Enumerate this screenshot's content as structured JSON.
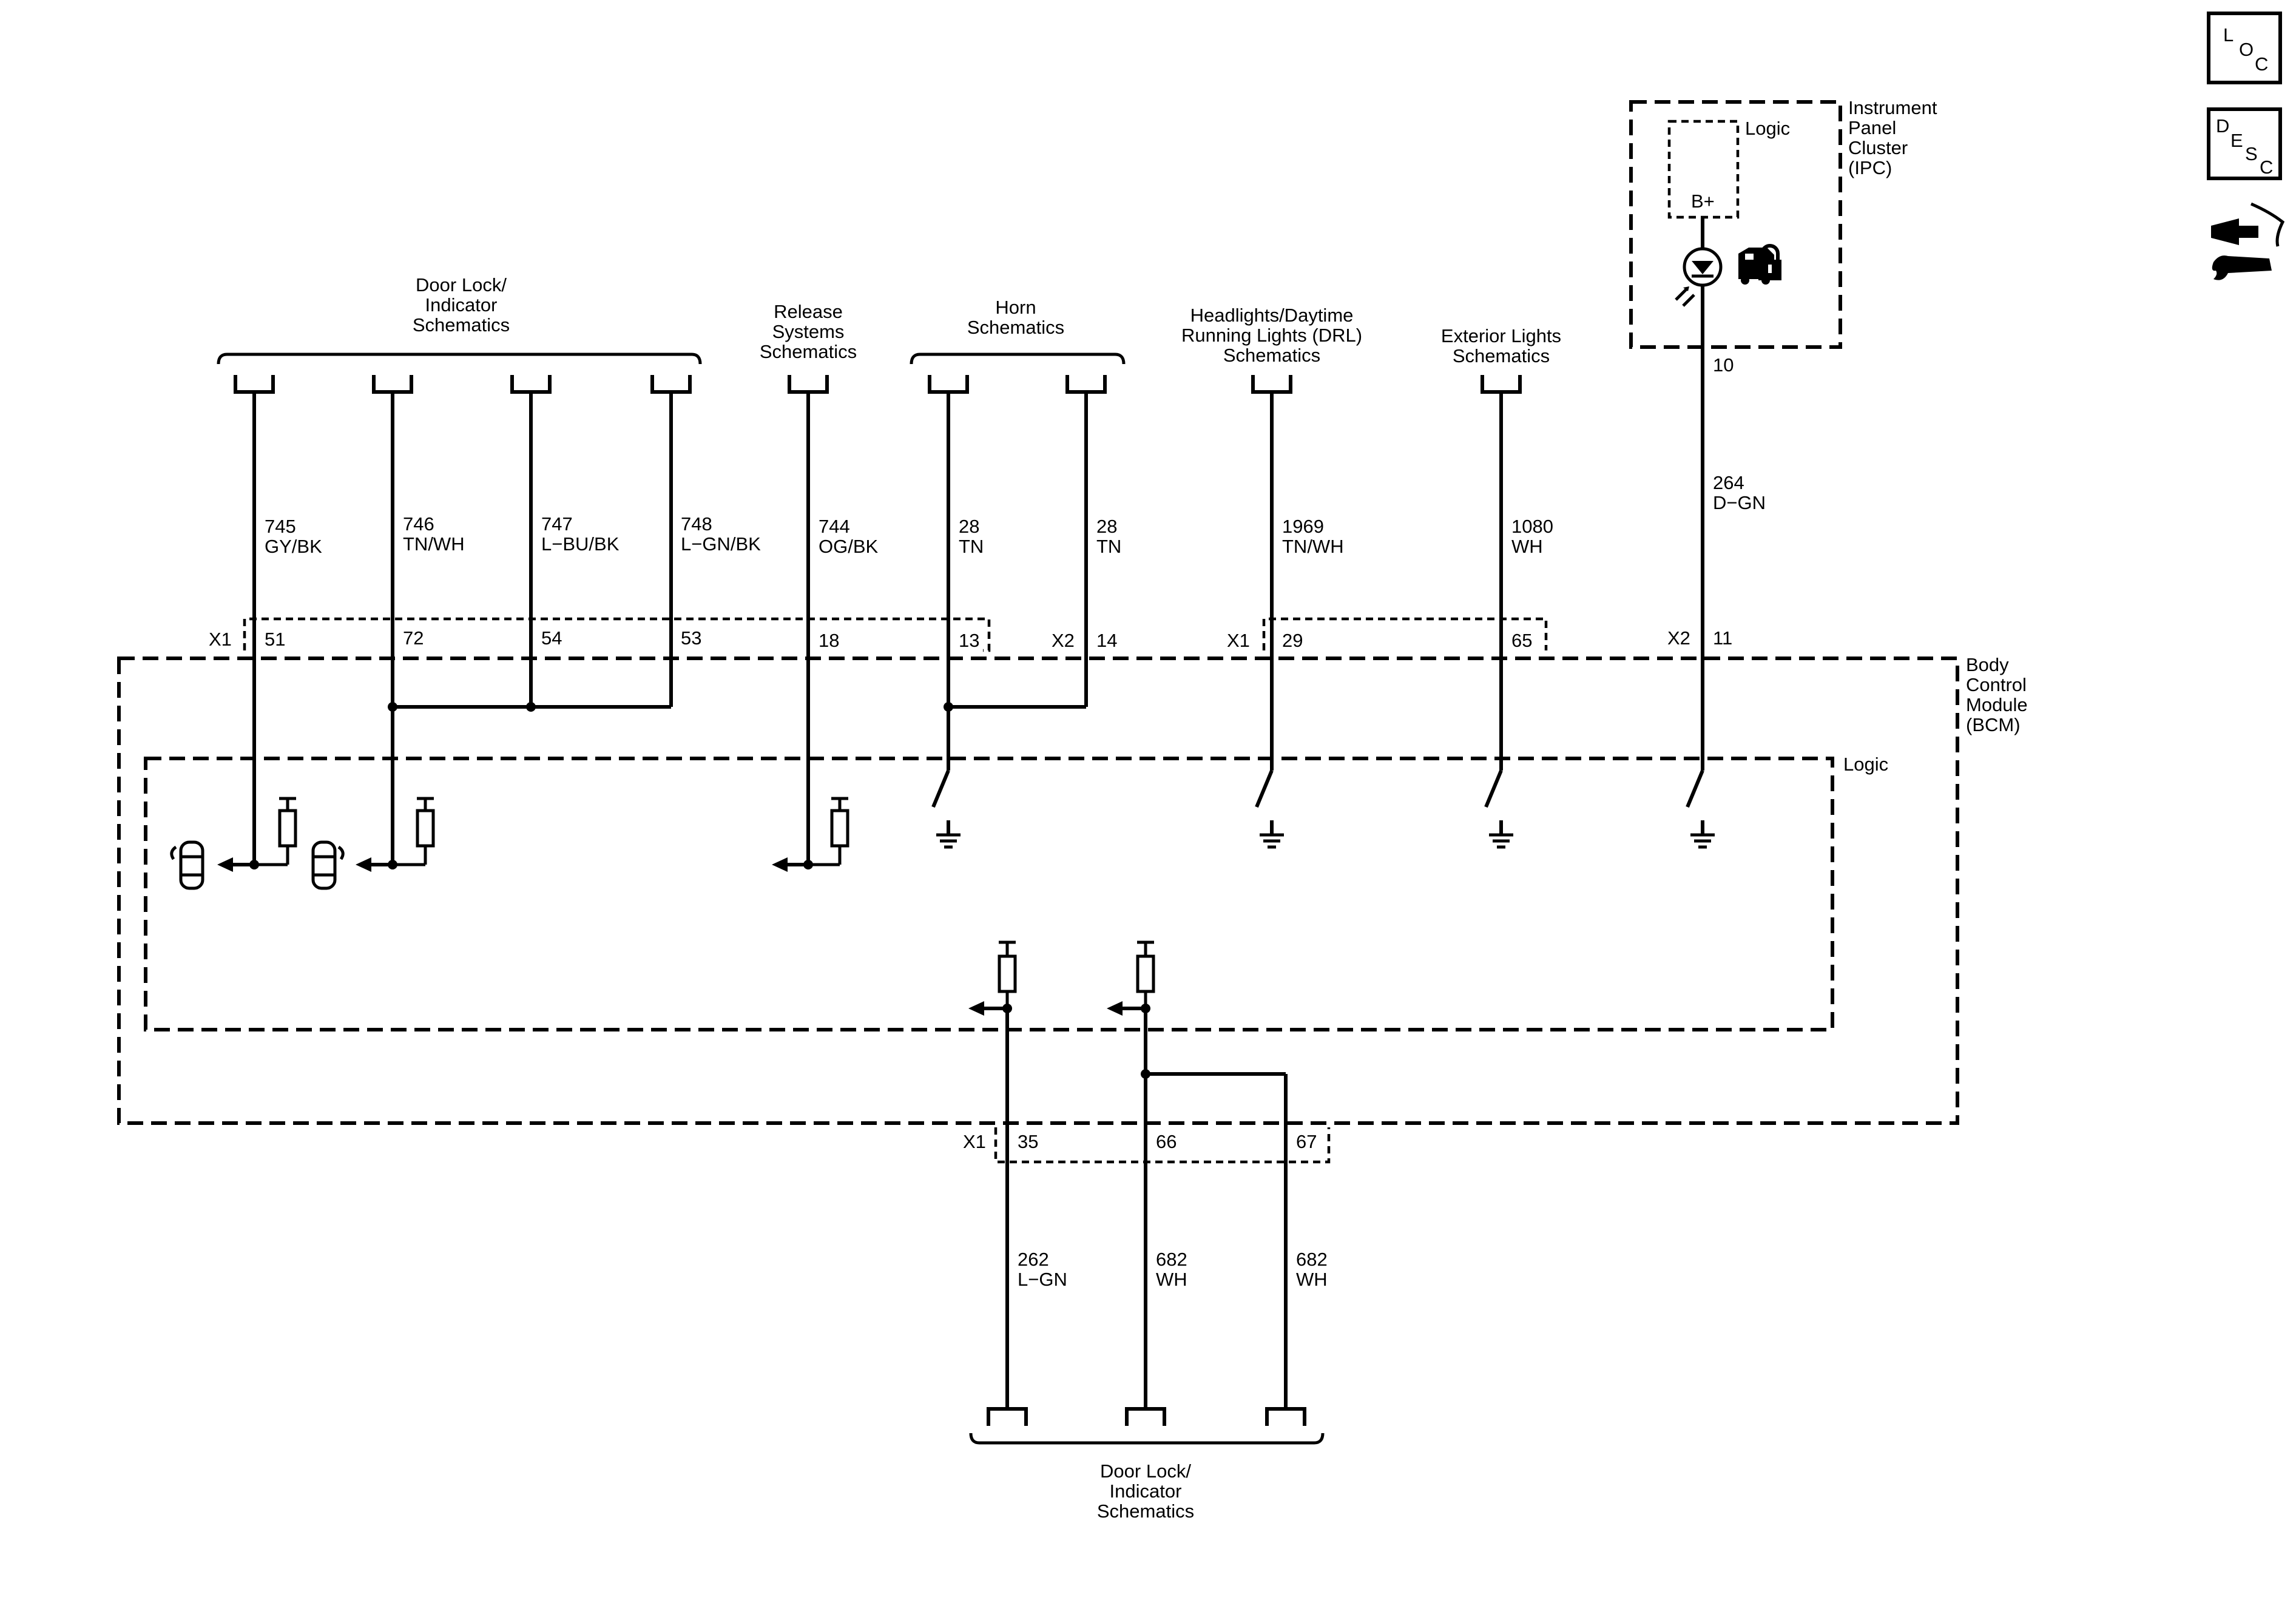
{
  "connectors_top": {
    "door_lock_title": [
      "Door Lock/",
      "Indicator",
      "Schematics"
    ],
    "release_title": [
      "Release",
      "Systems",
      "Schematics"
    ],
    "horn_title": [
      "Horn",
      "Schematics"
    ],
    "headlights_title": [
      "Headlights/Daytime",
      "Running Lights (DRL)",
      "Schematics"
    ],
    "exterior_title": [
      "Exterior Lights",
      "Schematics"
    ]
  },
  "wires": {
    "w745": [
      "745",
      "GY/BK"
    ],
    "w746": [
      "746",
      "TN/WH"
    ],
    "w747": [
      "747",
      "L−BU/BK"
    ],
    "w748": [
      "748",
      "L−GN/BK"
    ],
    "w744": [
      "744",
      "OG/BK"
    ],
    "w28a": [
      "28",
      "TN"
    ],
    "w28b": [
      "28",
      "TN"
    ],
    "w1969": [
      "1969",
      "TN/WH"
    ],
    "w1080": [
      "1080",
      "WH"
    ],
    "w264": [
      "264",
      "D−GN"
    ],
    "w262": [
      "262",
      "L−GN"
    ],
    "w682a": [
      "682",
      "WH"
    ],
    "w682b": [
      "682",
      "WH"
    ]
  },
  "pins": {
    "x1_label": "X1",
    "x2_label": "X2",
    "x1_bottom_label": "X1",
    "x1b_label": "X1",
    "x2b_label": "X2",
    "p51": "51",
    "p72": "72",
    "p54": "54",
    "p53": "53",
    "p18": "18",
    "p13": "13",
    "p14": "14",
    "p29": "29",
    "p65": "65",
    "p11": "11",
    "p10": "10",
    "p35": "35",
    "p66": "66",
    "p67": "67"
  },
  "modules": {
    "bcm": [
      "Body",
      "Control",
      "Module",
      "(BCM)"
    ],
    "bcm_logic": "Logic",
    "ipc": [
      "Instrument",
      "Panel",
      "Cluster",
      "(IPC)"
    ],
    "ipc_logic": "Logic",
    "ipc_bplus": "B+"
  },
  "connectors_bottom": {
    "door_lock_title": [
      "Door Lock/",
      "Indicator",
      "Schematics"
    ]
  },
  "side_icons": {
    "loc_letters": [
      "L",
      "O",
      "C"
    ],
    "desc_letters": [
      "D",
      "E",
      "S",
      "C"
    ],
    "connector_icon": "wiring-tool-icon"
  }
}
